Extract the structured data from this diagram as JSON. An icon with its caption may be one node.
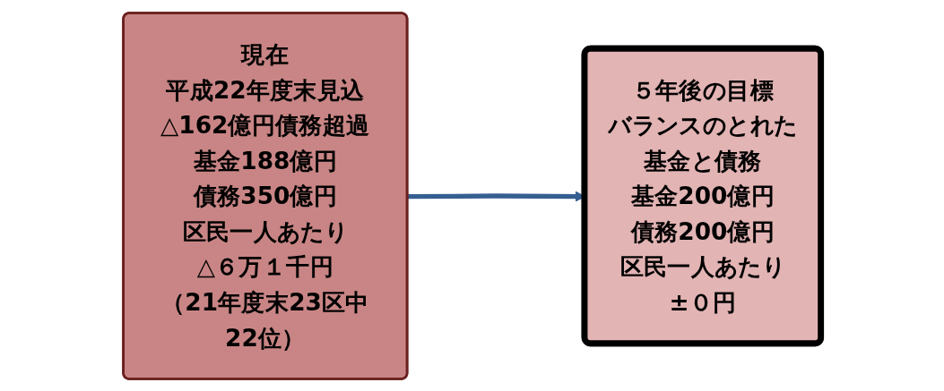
{
  "diagram": {
    "nodes": [
      {
        "text": [
          "現在",
          "平成22年度末見込",
          "△162億円債務超過",
          "基金188億円",
          "債務350億円",
          "区民一人あたり",
          "△６万１千円",
          "（21年度末23区中22位）"
        ]
      },
      {
        "text": [
          "５年後の目標",
          "バランスのとれた",
          "基金と債務",
          "基金200億円",
          "債務200億円",
          "区民一人あたり",
          "±０円"
        ]
      }
    ],
    "edges": [
      {
        "from": 0,
        "to": 1,
        "arrow": "to"
      }
    ]
  }
}
